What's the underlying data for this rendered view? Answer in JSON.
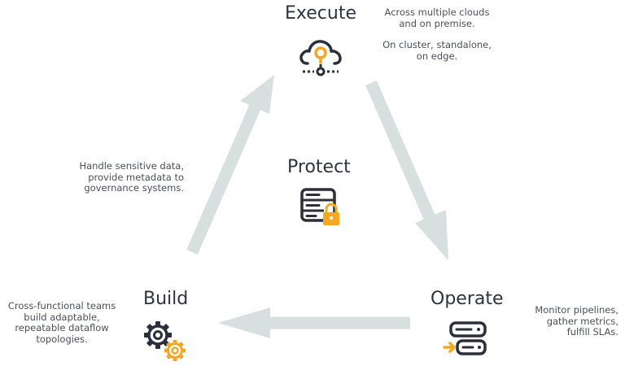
{
  "nodes": {
    "execute": {
      "title": "Execute",
      "desc_lines": [
        "Across multiple clouds",
        "and on premise.",
        "",
        "On cluster, standalone,",
        "on edge."
      ],
      "icon": "cloud-icon"
    },
    "protect": {
      "title": "Protect",
      "desc_lines": [
        "Handle sensitive data,",
        "provide metadata to",
        "governance systems."
      ],
      "icon": "server-lock-icon"
    },
    "build": {
      "title": "Build",
      "desc_lines": [
        "Cross-functional teams",
        "build adaptable,",
        "repeatable dataflow",
        "topologies."
      ],
      "icon": "gears-icon"
    },
    "operate": {
      "title": "Operate",
      "desc_lines": [
        "Monitor pipelines,",
        "gather metrics,",
        "fulfill SLAs."
      ],
      "icon": "server-arrow-icon"
    }
  },
  "colors": {
    "arrow": "#d7dfdf",
    "icon_dark": "#2b2f3a",
    "icon_accent": "#f5a623",
    "text": "#4a4f5a"
  }
}
